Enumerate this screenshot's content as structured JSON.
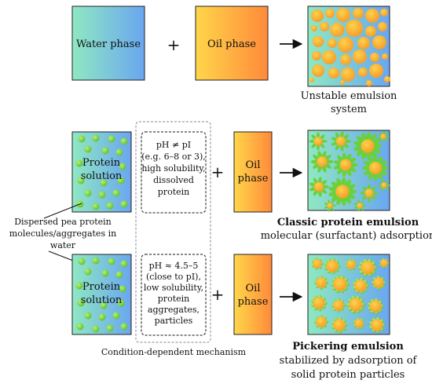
{
  "row1": {
    "water_label": "Water phase",
    "plus": "+",
    "oil_label": "Oil phase",
    "result_caption": [
      "Unstable emulsion",
      "system"
    ]
  },
  "row2": {
    "protein_label": [
      "Protein",
      "solution"
    ],
    "condition_text": [
      "pH ≠ pI",
      "(e.g. 6–8 or 3),",
      "high solubility,",
      "dissolved",
      "protein"
    ],
    "plus": "+",
    "oil_label": [
      "Oil",
      "phase"
    ],
    "result_title": "Classic protein emulsion",
    "result_subtitle": "molecular (surfactant) adsorption"
  },
  "row3": {
    "protein_label": [
      "Protein",
      "solution"
    ],
    "condition_text": [
      "pH ≈ 4.5–5",
      "(close to pI),",
      "low solubility,",
      "protein",
      "aggregates,",
      "particles"
    ],
    "plus": "+",
    "oil_label": [
      "Oil",
      "phase"
    ],
    "result_title": "Pickering emulsion",
    "result_subtitle": [
      "stabilized by adsorption of",
      "solid protein particles"
    ]
  },
  "side_note": [
    "Dispersed pea protein",
    "molecules/aggregates in",
    "water"
  ],
  "mechanism_caption": "Condition-dependent mechanism",
  "colors": {
    "water_left": "#8fe8c2",
    "water_right": "#6aa6f0",
    "oil_top": "#ffd84a",
    "oil_bottom": "#ff8a3a",
    "protein_green": "#66cc33"
  }
}
